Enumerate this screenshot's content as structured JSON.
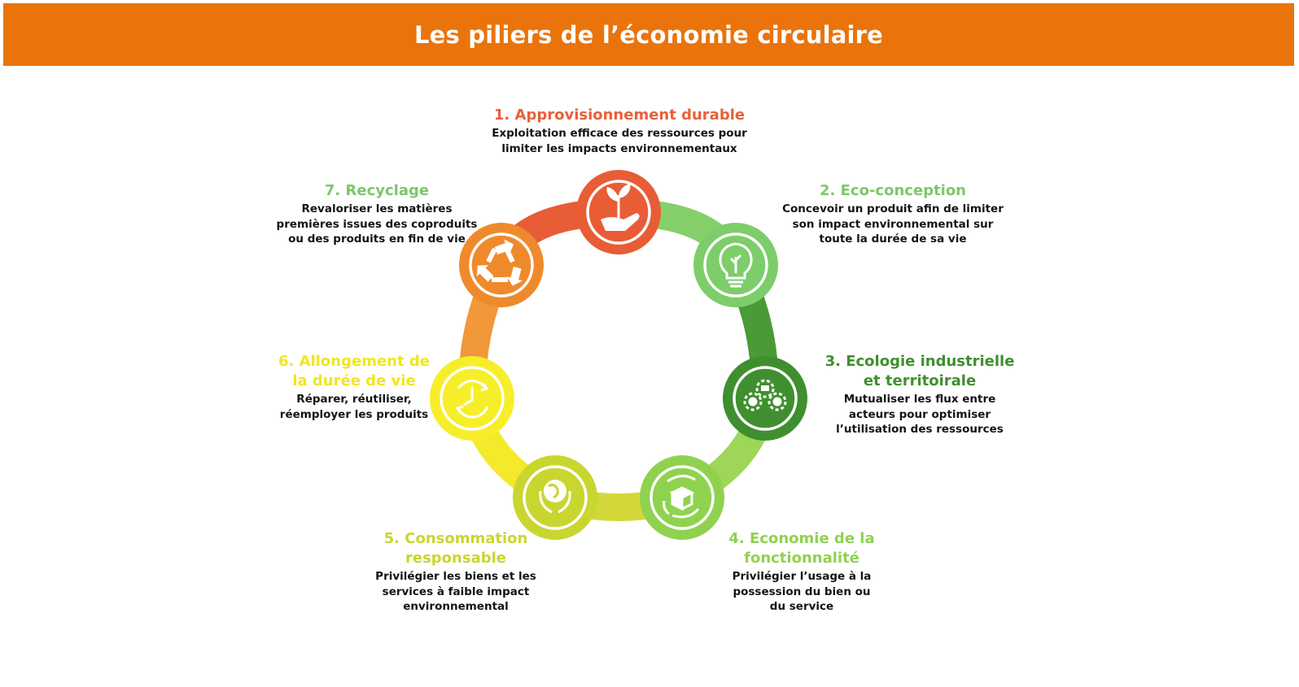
{
  "header": {
    "title": "Les piliers de l’économie circulaire"
  },
  "colors": {
    "header_bg": "#ea740b",
    "p1": "#e85d35",
    "p2": "#7dcd6a",
    "p3": "#3f8f2f",
    "p4": "#8fd24f",
    "p5": "#c9d62f",
    "p6": "#f7ee2a",
    "p7": "#ef8a2c"
  },
  "pillars": [
    {
      "title": "1. Approvisionnement durable",
      "desc": [
        "Exploitation efficace des ressources pour",
        "limiter les impacts environnementaux"
      ],
      "icon": "hand-plant-icon"
    },
    {
      "title": "2. Eco-conception",
      "desc": [
        "Concevoir un produit afin de limiter",
        "son impact environnemental sur",
        "toute la durée de sa vie"
      ],
      "icon": "lightbulb-leaf-icon"
    },
    {
      "title": "3. Ecologie industrielle et territoirale",
      "desc": [
        "Mutualiser les flux entre",
        "acteurs pour optimiser",
        "l’utilisation des ressources"
      ],
      "icon": "factory-gears-icon"
    },
    {
      "title": "4. Economie de la fonctionnalité",
      "desc": [
        "Privilégier l’usage à la",
        "possession du bien ou",
        "du service"
      ],
      "icon": "box-cycle-icon"
    },
    {
      "title": "5. Consommation responsable",
      "desc": [
        "Privilégier les biens et les",
        "services à faible impact",
        "environnemental"
      ],
      "icon": "hands-globe-icon"
    },
    {
      "title": "6. Allongement de la durée de vie",
      "desc": [
        "Réparer, réutiliser,",
        "réemployer les produits"
      ],
      "icon": "clock-cycle-icon"
    },
    {
      "title": "7. Recyclage",
      "desc": [
        "Revaloriser les matières",
        "premières issues des coproduits",
        "ou des produits en fin de vie"
      ],
      "icon": "recycle-icon"
    }
  ]
}
